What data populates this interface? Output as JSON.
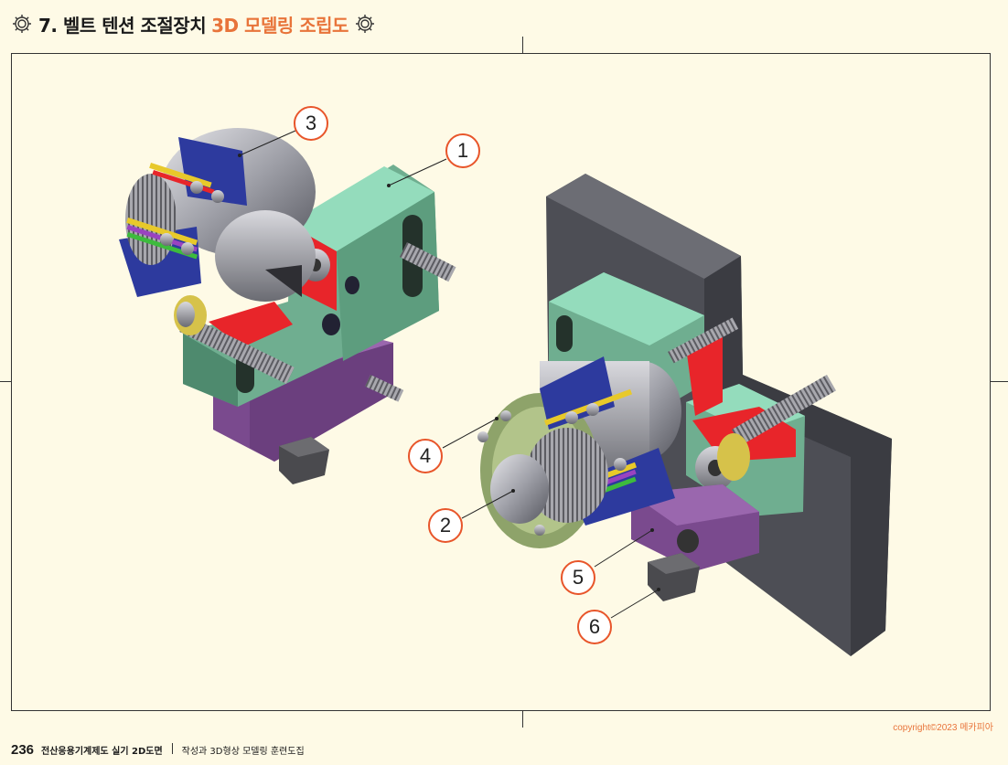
{
  "header": {
    "title_prefix": "7. 벨트 텐션 조절장치",
    "title_highlight": "3D 모델링 조립도",
    "gear_icon": "gear-icon",
    "colors": {
      "accent": "#e8743a",
      "background": "#fefae6"
    }
  },
  "callouts": [
    "1",
    "2",
    "3",
    "4",
    "5",
    "6"
  ],
  "footer": {
    "page_number": "236",
    "book_title": "전산응용기계제도 실기 2D도면",
    "book_subtitle": "작성과 3D형상 모델링 훈련도집",
    "copyright": "copyright©2023 메카피아"
  }
}
